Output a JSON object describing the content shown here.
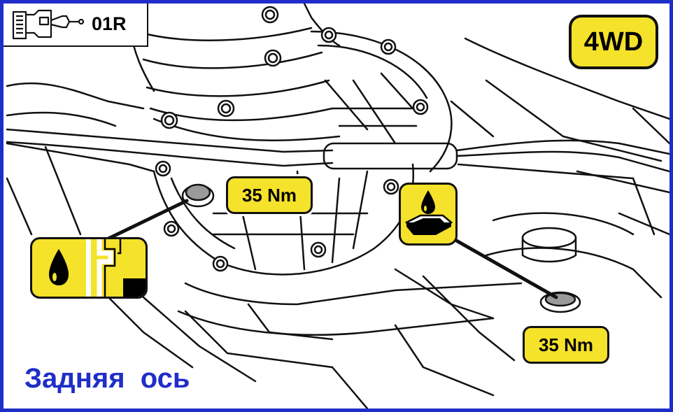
{
  "gearbox_code": "01R",
  "drive_badge": "4WD",
  "torque_fill_plug": "35 Nm",
  "torque_drain_plug": "35 Nm",
  "caption": "Задняя  ось",
  "colors": {
    "frame": "#1f2ec8",
    "badge_fill": "#f5e22a",
    "caption": "#1f2ec8"
  },
  "icons": {
    "gearbox": "gearbox-outline-icon",
    "oil_fill": "oil-drop-fill-level-icon",
    "oil_drain": "oil-drip-drain-tray-icon"
  }
}
